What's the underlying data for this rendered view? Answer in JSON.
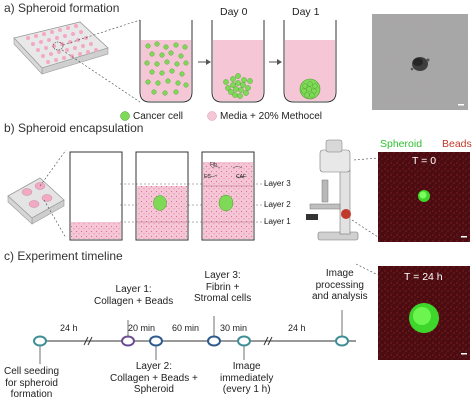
{
  "section_a": {
    "title": "a) Spheroid formation",
    "day0": "Day 0",
    "day1": "Day 1",
    "legend_cancer": "Cancer cell",
    "legend_media": "Media + 20% Methocel"
  },
  "section_b": {
    "title": "b) Spheroid encapsulation",
    "layer3": "Layer 3",
    "layer2": "Layer 2",
    "layer1": "Layer 1",
    "micro_spheroid": "Spheroid",
    "micro_beads": "Beads",
    "t0": "T = 0",
    "cell_labels": [
      "Fib",
      "EC",
      "CAF"
    ]
  },
  "section_c": {
    "title": "c) Experiment timeline",
    "layer1_label": [
      "Layer 1:",
      "Collagen + Beads"
    ],
    "layer3_label": [
      "Layer 3:",
      "Fibrin +",
      "Stromal cells"
    ],
    "image_processing": [
      "Image",
      "processing",
      "and analysis"
    ],
    "cell_seeding": [
      "Cell seeding",
      "for spheroid",
      "formation"
    ],
    "layer2_label": [
      "Layer 2:",
      "Collagen + Beads +",
      "Spheroid"
    ],
    "image_immediately": [
      "Image",
      "immediately",
      "(every 1 h)"
    ],
    "intervals": [
      "24 h",
      "20 min",
      "60 min",
      "30 min",
      "24 h"
    ],
    "t24": "T = 24 h"
  },
  "colors": {
    "media_pink": "#f4c6d6",
    "cancer_green": "#7ed957",
    "timeline_teal": "#3d8e95",
    "timeline_purple": "#6a4c93",
    "timeline_blue": "#2e5a8c",
    "micro_bg": "#4a0c10",
    "spheroid_green": "#3fd62b"
  }
}
